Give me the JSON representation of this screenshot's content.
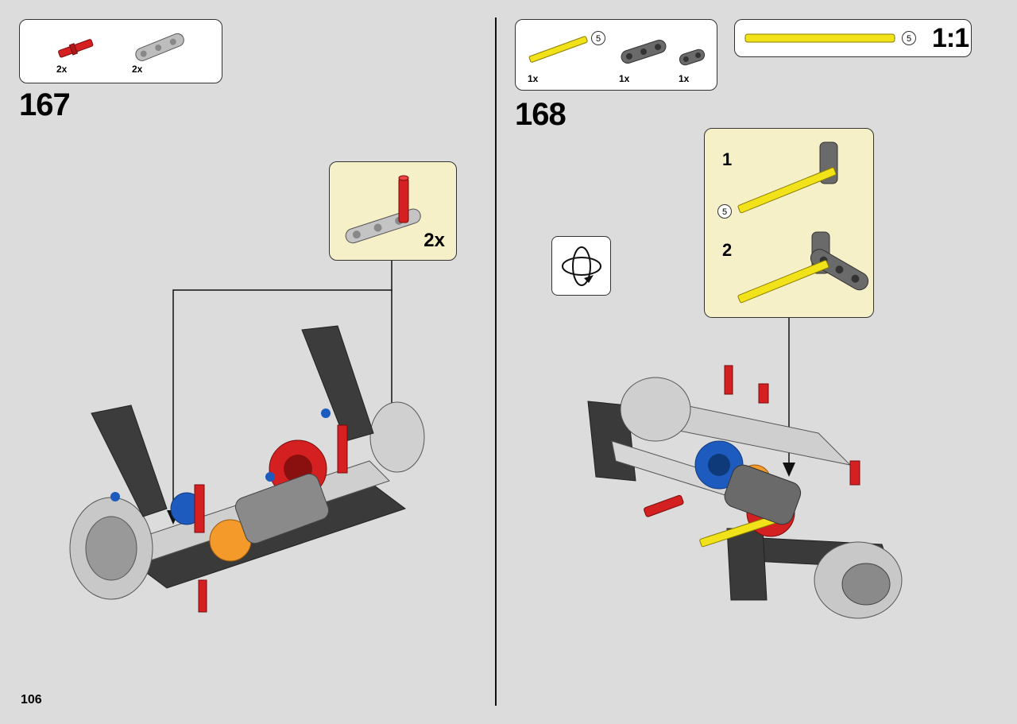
{
  "page": {
    "number": "106"
  },
  "step_167": {
    "number": "167",
    "parts": [
      {
        "name": "red-axle-pin",
        "qty": "2x"
      },
      {
        "name": "gray-beam-3",
        "qty": "2x"
      }
    ],
    "callout": {
      "qty": "2x"
    }
  },
  "step_168": {
    "number": "168",
    "parts": [
      {
        "name": "yellow-axle-5",
        "qty": "1x",
        "length": "5"
      },
      {
        "name": "dark-gray-beam-3",
        "qty": "1x"
      },
      {
        "name": "dark-gray-beam-2",
        "qty": "1x"
      }
    ],
    "scale_box": {
      "length": "5",
      "ratio": "1:1"
    },
    "callout": {
      "substeps": [
        {
          "number": "1",
          "length": "5"
        },
        {
          "number": "2"
        }
      ]
    },
    "rotate_icon": "rotate-model-icon"
  },
  "colors": {
    "background": "#dcdcdc",
    "callout_bg": "#f6f0c8",
    "red": "#d42020",
    "yellow": "#f2e21a",
    "light_gray": "#b8b8b8",
    "dark_gray": "#555555",
    "blue": "#1e5bbf",
    "orange": "#f39a2a"
  }
}
